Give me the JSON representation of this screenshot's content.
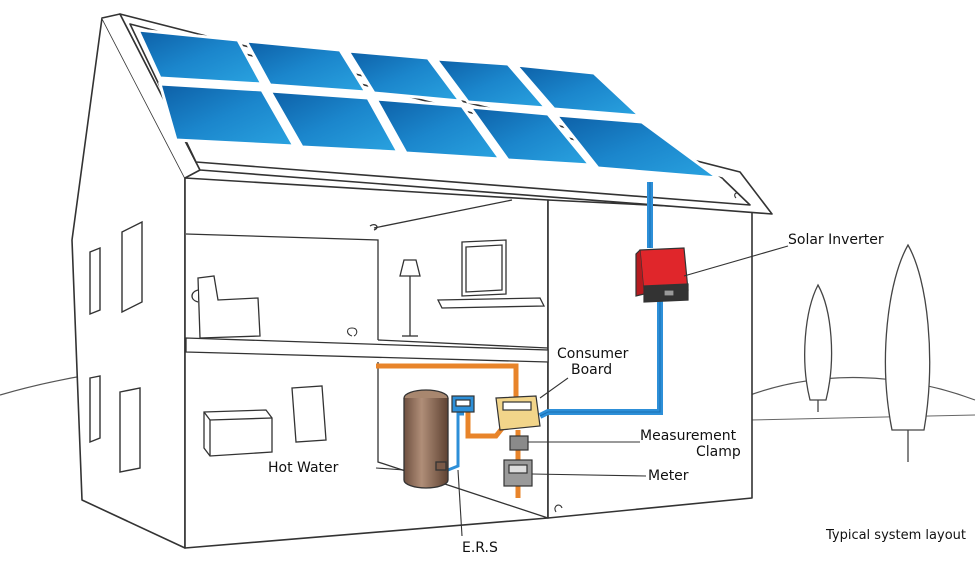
{
  "labels": {
    "solar_inverter": "Solar Inverter",
    "consumer_board": [
      "Consumer",
      "Board"
    ],
    "measurement_clamp": [
      "Measurement",
      "Clamp"
    ],
    "meter": "Meter",
    "hot_water": "Hot Water",
    "ers": "E.R.S"
  },
  "caption": "Typical system layout",
  "colors": {
    "panel": "#1b80c4",
    "panel_frame": "#ffffff",
    "dc_cable": "#2d8fd8",
    "hot_pipe": "#e8842a",
    "inverter": "#e0262b",
    "tank": "#8c6a55",
    "outline": "#333333"
  },
  "icons": [
    "solar-panel-icon",
    "inverter-icon",
    "consumer-board-icon",
    "clamp-icon",
    "meter-icon",
    "hot-water-tank-icon",
    "ers-icon",
    "sofa-icon",
    "lamp-icon",
    "tv-icon",
    "tree-icon"
  ]
}
